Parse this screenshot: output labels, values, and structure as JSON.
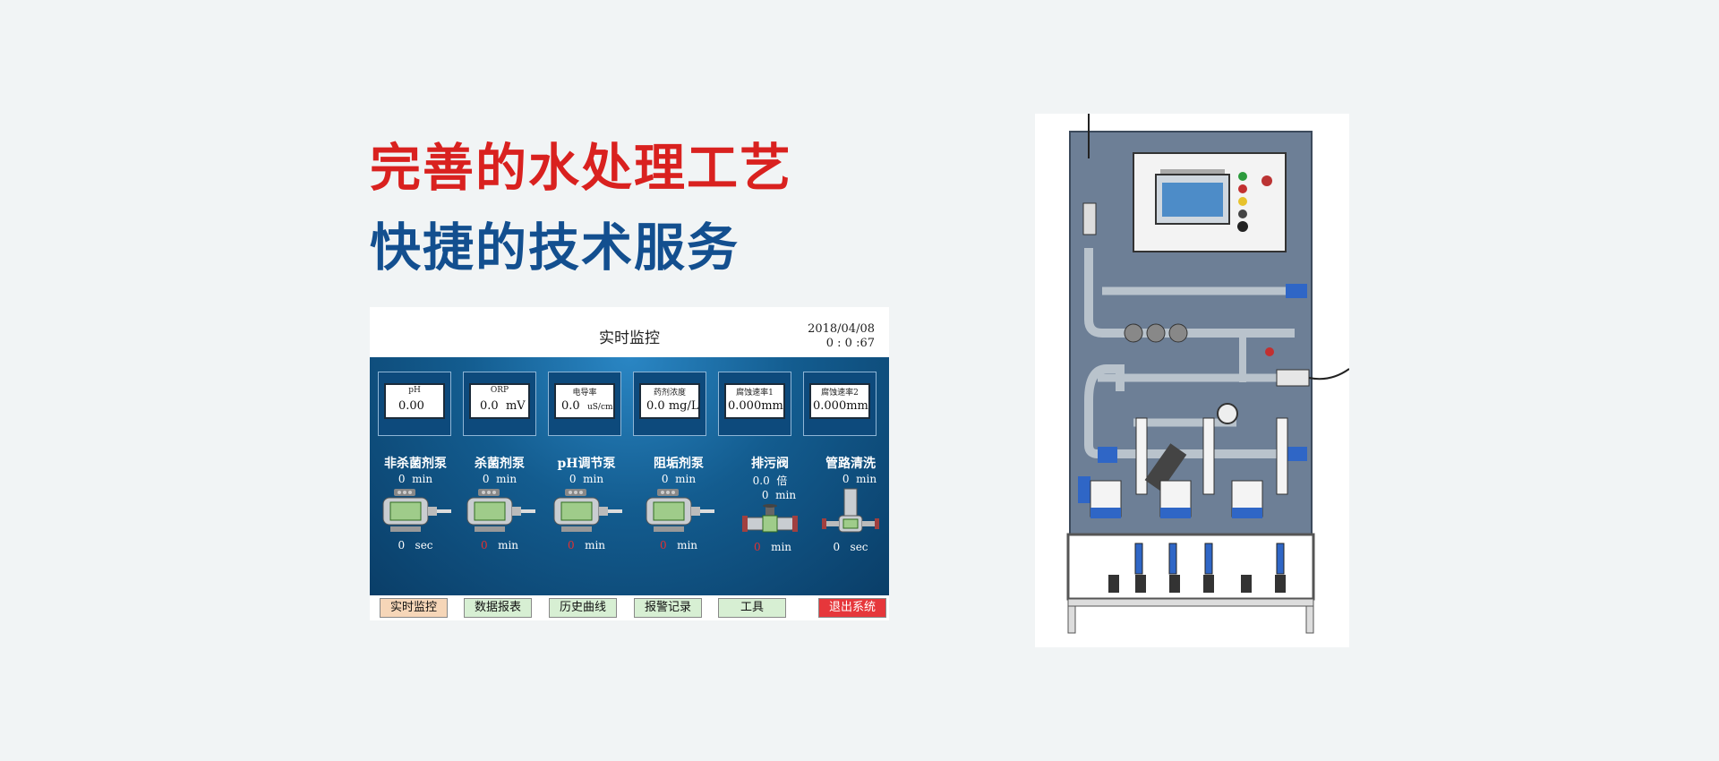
{
  "headline": {
    "line1": "完善的水处理工艺",
    "line2": "快捷的技术服务"
  },
  "hmi": {
    "title": "实时监控",
    "date": "2018/04/08",
    "time": "0 : 0 :67",
    "sensors": [
      {
        "label": "pH",
        "value": "0.00",
        "unit": ""
      },
      {
        "label": "ORP",
        "value": "0.0",
        "unit": "mV"
      },
      {
        "label": "电导率",
        "value": "0.0",
        "unit": "uS/cm"
      },
      {
        "label": "药剂浓度",
        "value": "0.0",
        "unit": "mg/L"
      },
      {
        "label": "腐蚀速率1",
        "value": "0.000",
        "unit": "mm/a"
      },
      {
        "label": "腐蚀速率2",
        "value": "0.000",
        "unit": "mm/a"
      }
    ],
    "devices": [
      {
        "name": "非杀菌剂泵",
        "top_value": "0",
        "top_unit": "min",
        "bottom_value": "0",
        "bottom_unit": "sec"
      },
      {
        "name": "杀菌剂泵",
        "top_value": "0",
        "top_unit": "min",
        "bottom_value": "0",
        "bottom_unit": "min"
      },
      {
        "name": "pH调节泵",
        "top_value": "0",
        "top_unit": "min",
        "bottom_value": "0",
        "bottom_unit": "min"
      },
      {
        "name": "阻垢剂泵",
        "top_value": "0",
        "top_unit": "min",
        "bottom_value": "0",
        "bottom_unit": "min"
      },
      {
        "name": "排污阀",
        "top_value": "0.0",
        "top_unit": "倍",
        "mid_value": "0",
        "mid_unit": "min",
        "bottom_value": "0",
        "bottom_unit": "min"
      },
      {
        "name": "管路清洗",
        "top_value": "0",
        "top_unit": "min",
        "bottom_value": "0",
        "bottom_unit": "sec"
      }
    ],
    "buttons": [
      {
        "label": "实时监控",
        "color": "#f6d6b8"
      },
      {
        "label": "数据报表",
        "color": "#d7efd3"
      },
      {
        "label": "历史曲线",
        "color": "#d7efd3"
      },
      {
        "label": "报警记录",
        "color": "#d7efd3"
      },
      {
        "label": "工具",
        "color": "#d7efd3"
      },
      {
        "label": "退出系统",
        "color": "#e6373b"
      }
    ]
  },
  "colors": {
    "headline_red": "#d9211f",
    "headline_blue": "#134f8f",
    "panel_blue": "#135c8f",
    "equipment_gray": "#6d7f96"
  }
}
